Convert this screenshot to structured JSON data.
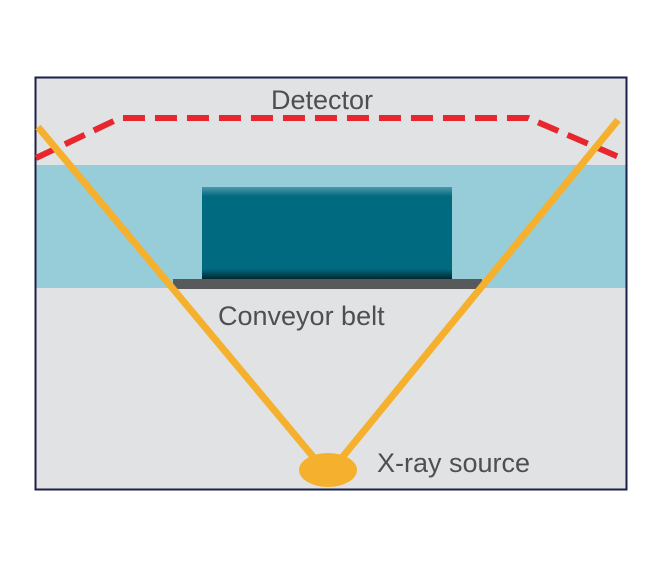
{
  "labels": {
    "detector": "Detector",
    "conveyor": "Conveyor belt",
    "source": "X-ray source"
  },
  "colors": {
    "background": "#e1e2e4",
    "frame": "#1b1f4a",
    "band": "#97cdd9",
    "object": "#006a80",
    "belt": "#58595b",
    "beam": "#f5b02e",
    "detector": "#e8262d",
    "text": "#4d4f53"
  }
}
